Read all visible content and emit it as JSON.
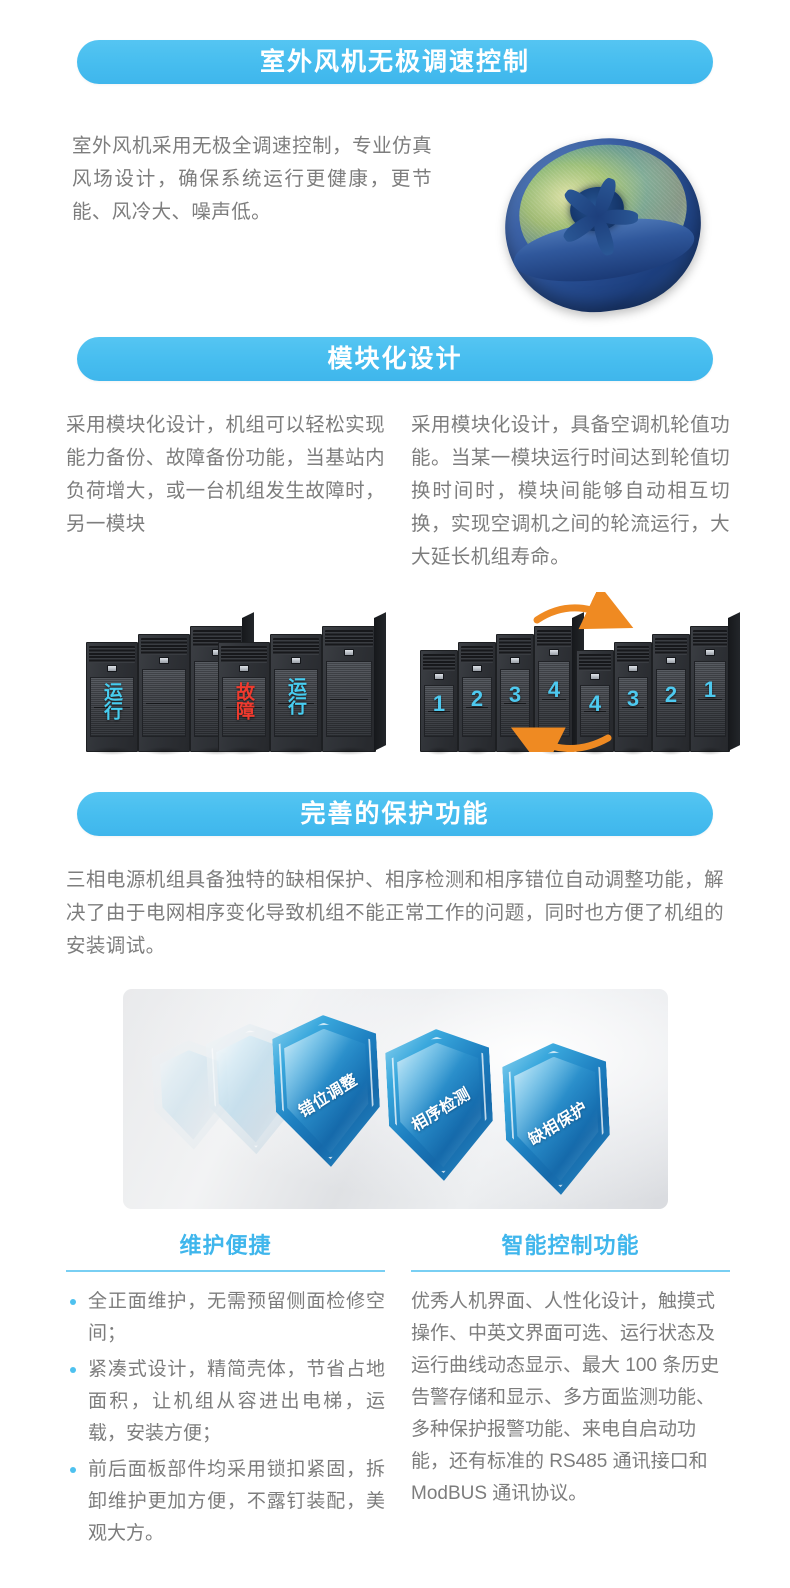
{
  "colors": {
    "banner_blue": "#46bdef",
    "accent_blue": "#3fb6ec",
    "bullet_blue": "#4ec1ef",
    "body_gray": "#7d7d7d",
    "run_cyan": "#47cdf0",
    "fault_red": "#ef3a2e",
    "arrow_orange": "#ef8a22"
  },
  "section1": {
    "banner": "室外风机无极调速控制",
    "paragraph": "室外风机采用无极全调速控制，专业仿真风场设计，确保系统运行更健康，更节能、风冷大、噪声低。",
    "image_name": "fan-cfd-simulation"
  },
  "section2": {
    "banner": "模块化设计",
    "left_paragraph": "采用模块化设计，机组可以轻松实现能力备份、故障备份功能，当基站内负荷增大，或一台机组发生故障时，另一模块",
    "right_paragraph": "采用模块化设计，具备空调机轮值功能。当某一模块运行时间达到轮值切换时间时，模块间能够自动相互切换，实现空调机之间的轮流运行，大大延长机组寿命。",
    "backup_group_a": {
      "cabinets": [
        {
          "label": "运行",
          "state": "run"
        },
        {
          "label": "",
          "state": "idle"
        },
        {
          "label": "",
          "state": "idle"
        }
      ]
    },
    "backup_group_b": {
      "cabinets": [
        {
          "label": "故障",
          "state": "fault"
        },
        {
          "label": "运行",
          "state": "run"
        },
        {
          "label": "",
          "state": "idle"
        }
      ]
    },
    "rotation_group_a": {
      "cabinets": [
        {
          "label": "1",
          "state": "num"
        },
        {
          "label": "2",
          "state": "num"
        },
        {
          "label": "3",
          "state": "num"
        },
        {
          "label": "4",
          "state": "num"
        }
      ]
    },
    "rotation_group_b": {
      "cabinets": [
        {
          "label": "4",
          "state": "num"
        },
        {
          "label": "3",
          "state": "num"
        },
        {
          "label": "2",
          "state": "num"
        },
        {
          "label": "1",
          "state": "num"
        }
      ]
    },
    "rotation_arrows": [
      "rotate-arrow-top-right",
      "rotate-arrow-bottom-left"
    ]
  },
  "section3": {
    "banner": "完善的保护功能",
    "paragraph": "三相电源机组具备独特的缺相保护、相序检测和相序错位自动调整功能，解决了由于电网相序变化导致机组不能正常工作的问题，同时也方便了机组的安装调试。",
    "shields": [
      {
        "label": "",
        "ghost": true
      },
      {
        "label": "",
        "ghost": true
      },
      {
        "label": "错位调整",
        "ghost": false
      },
      {
        "label": "相序检测",
        "ghost": false
      },
      {
        "label": "缺相保护",
        "ghost": false
      }
    ]
  },
  "section4": {
    "left": {
      "heading": "维护便捷",
      "bullets": [
        "全正面维护，无需预留侧面检修空间；",
        "紧凑式设计，精简壳体，节省占地面积，让机组从容进出电梯，运载，安装方便；",
        "前后面板部件均采用锁扣紧固，拆卸维护更加方便，不露钉装配，美观大方。"
      ]
    },
    "right": {
      "heading": "智能控制功能",
      "paragraph": "优秀人机界面、人性化设计，触摸式操作、中英文界面可选、运行状态及运行曲线动态显示、最大 100 条历史告警存储和显示、多方面监测功能、多种保护报警功能、来电自启动功能，还有标准的 RS485 通讯接口和 ModBUS 通讯协议。"
    }
  }
}
